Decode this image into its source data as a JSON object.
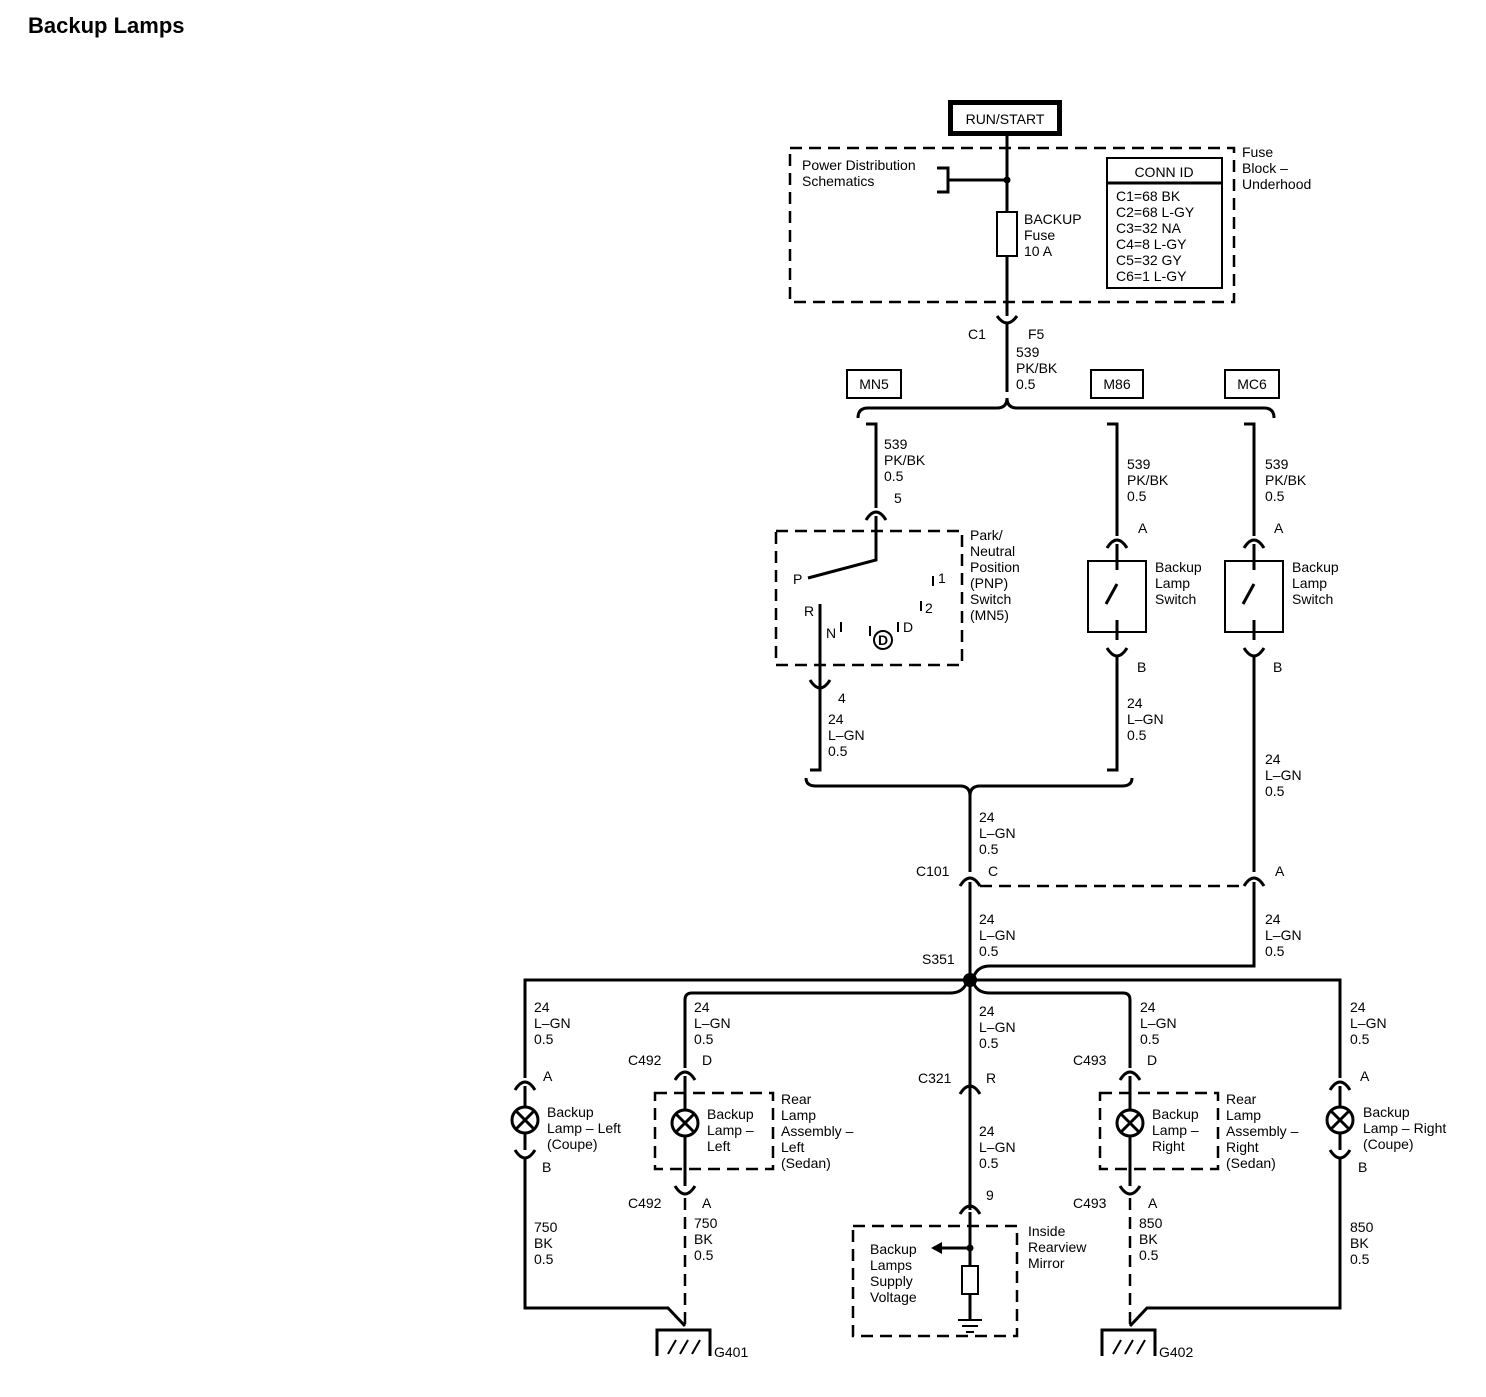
{
  "title": "Backup Lamps",
  "power_source": "RUN/START",
  "fuse_block": {
    "power_ref": [
      "Power Distribution",
      "Schematics"
    ],
    "fuse": [
      "BACKUP",
      "Fuse",
      "10 A"
    ],
    "conn_id_header": "CONN ID",
    "conn_ids": [
      "C1=68 BK",
      "C2=68 L-GY",
      "C3=32 NA",
      "C4=8 L-GY",
      "C5=32 GY",
      "C6=1 L-GY"
    ],
    "label": [
      "Fuse",
      "Block –",
      "Underhood"
    ]
  },
  "connectors": {
    "c1": "C1",
    "f5": "F5",
    "c101": "C101",
    "c101_pin_c": "C",
    "c101_pin_a": "A",
    "s351": "S351",
    "c492_top": "C492",
    "c492_top_pin": "D",
    "c492_bot": "C492",
    "c492_bot_pin": "A",
    "c493_top": "C493",
    "c493_top_pin": "D",
    "c493_bot": "C493",
    "c493_bot_pin": "A",
    "c321": "C321",
    "c321_pin": "R",
    "left_coupe_a": "A",
    "left_coupe_b": "B",
    "right_coupe_a": "A",
    "right_coupe_b": "B",
    "mirror_pin": "9",
    "pnp_pin_5": "5",
    "pnp_pin_4": "4",
    "m86_a": "A",
    "m86_b": "B",
    "mc6_a": "A",
    "mc6_b": "B"
  },
  "options": {
    "mn5": "MN5",
    "m86": "M86",
    "mc6": "MC6"
  },
  "wires": {
    "w539": [
      "539",
      "PK/BK",
      "0.5"
    ],
    "w24": [
      "24",
      "L–GN",
      "0.5"
    ],
    "w750": [
      "750",
      "BK",
      "0.5"
    ],
    "w850": [
      "850",
      "BK",
      "0.5"
    ]
  },
  "pnp_switch": {
    "label": [
      "Park/",
      "Neutral",
      "Position",
      "(PNP)",
      "Switch",
      "(MN5)"
    ],
    "positions": {
      "p": "P",
      "r": "R",
      "n": "N",
      "d": "D",
      "one": "1",
      "two": "2",
      "od": "D"
    }
  },
  "backup_switch": [
    "Backup",
    "Lamp",
    "Switch"
  ],
  "lamps": {
    "left_coupe": [
      "Backup",
      "Lamp – Left",
      "(Coupe)"
    ],
    "left_sedan": [
      "Backup",
      "Lamp –",
      "Left"
    ],
    "rear_left": [
      "Rear",
      "Lamp",
      "Assembly –",
      "Left",
      "(Sedan)"
    ],
    "right_sedan": [
      "Backup",
      "Lamp –",
      "Right"
    ],
    "rear_right": [
      "Rear",
      "Lamp",
      "Assembly –",
      "Right",
      "(Sedan)"
    ],
    "right_coupe": [
      "Backup",
      "Lamp – Right",
      "(Coupe)"
    ]
  },
  "mirror": {
    "supply": [
      "Backup",
      "Lamps",
      "Supply",
      "Voltage"
    ],
    "label": [
      "Inside",
      "Rearview",
      "Mirror"
    ]
  },
  "grounds": {
    "g401": "G401",
    "g402": "G402"
  }
}
